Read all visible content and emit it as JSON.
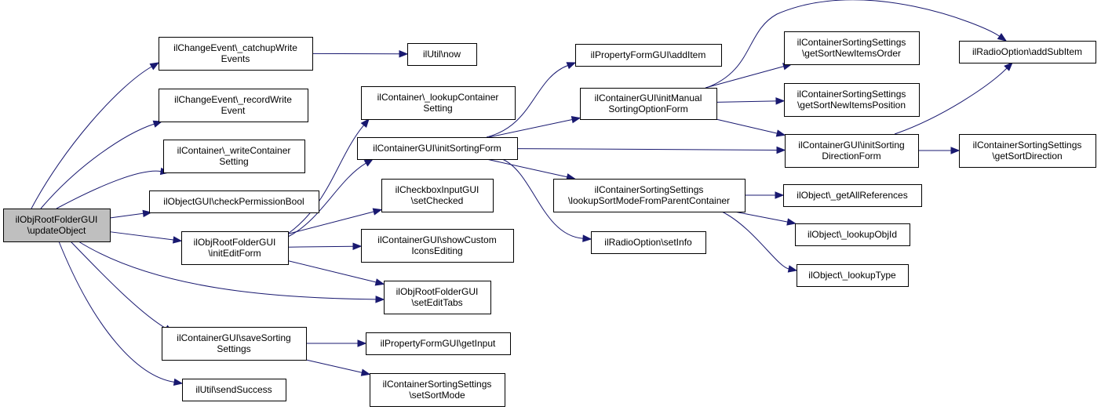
{
  "graph": {
    "colors": {
      "edge": "#191970",
      "root_fill": "#bfbfbf",
      "node_fill": "#ffffff",
      "border": "#000000"
    },
    "nodes": [
      {
        "id": "root",
        "lines": [
          "ilObjRootFolderGUI",
          "\\updateObject"
        ],
        "root": true
      },
      {
        "id": "catchup",
        "lines": [
          "ilChangeEvent\\_catchupWrite",
          "Events"
        ]
      },
      {
        "id": "recordwrite",
        "lines": [
          "ilChangeEvent\\_recordWrite",
          "Event"
        ]
      },
      {
        "id": "writecontainer",
        "lines": [
          "ilContainer\\_writeContainer",
          "Setting"
        ]
      },
      {
        "id": "checkperm",
        "lines": [
          "ilObjectGUI\\checkPermissionBool"
        ]
      },
      {
        "id": "initedit",
        "lines": [
          "ilObjRootFolderGUI",
          "\\initEditForm"
        ]
      },
      {
        "id": "savesorting",
        "lines": [
          "ilContainerGUI\\saveSorting",
          "Settings"
        ]
      },
      {
        "id": "sendsuccess",
        "lines": [
          "ilUtil\\sendSuccess"
        ]
      },
      {
        "id": "utilnow",
        "lines": [
          "ilUtil\\now"
        ]
      },
      {
        "id": "lookupcontainer",
        "lines": [
          "ilContainer\\_lookupContainer",
          "Setting"
        ]
      },
      {
        "id": "initsorting",
        "lines": [
          "ilContainerGUI\\initSortingForm"
        ]
      },
      {
        "id": "checkbox",
        "lines": [
          "ilCheckboxInputGUI",
          "\\setChecked"
        ]
      },
      {
        "id": "showcustom",
        "lines": [
          "ilContainerGUI\\showCustom",
          "IconsEditing"
        ]
      },
      {
        "id": "setedittabs",
        "lines": [
          "ilObjRootFolderGUI",
          "\\setEditTabs"
        ]
      },
      {
        "id": "getinput",
        "lines": [
          "ilPropertyFormGUI\\getInput"
        ]
      },
      {
        "id": "setsortmode",
        "lines": [
          "ilContainerSortingSettings",
          "\\setSortMode"
        ]
      },
      {
        "id": "additem",
        "lines": [
          "ilPropertyFormGUI\\addItem"
        ]
      },
      {
        "id": "initmanual",
        "lines": [
          "ilContainerGUI\\initManual",
          "SortingOptionForm"
        ]
      },
      {
        "id": "lookupsortmode",
        "lines": [
          "ilContainerSortingSettings",
          "\\lookupSortModeFromParentContainer"
        ]
      },
      {
        "id": "setinfo",
        "lines": [
          "ilRadioOption\\setInfo"
        ]
      },
      {
        "id": "getsortnewitemsorder",
        "lines": [
          "ilContainerSortingSettings",
          "\\getSortNewItemsOrder"
        ]
      },
      {
        "id": "getsortnewitemsposition",
        "lines": [
          "ilContainerSortingSettings",
          "\\getSortNewItemsPosition"
        ]
      },
      {
        "id": "initsortingdirection",
        "lines": [
          "ilContainerGUI\\initSorting",
          "DirectionForm"
        ]
      },
      {
        "id": "getallrefs",
        "lines": [
          "ilObject\\_getAllReferences"
        ]
      },
      {
        "id": "lookupobjid",
        "lines": [
          "ilObject\\_lookupObjId"
        ]
      },
      {
        "id": "lookuptype",
        "lines": [
          "ilObject\\_lookupType"
        ]
      },
      {
        "id": "addsubitem",
        "lines": [
          "ilRadioOption\\addSubItem"
        ]
      },
      {
        "id": "getsortdirection",
        "lines": [
          "ilContainerSortingSettings",
          "\\getSortDirection"
        ]
      }
    ],
    "edges": [
      [
        "root",
        "catchup"
      ],
      [
        "root",
        "recordwrite"
      ],
      [
        "root",
        "writecontainer"
      ],
      [
        "root",
        "checkperm"
      ],
      [
        "root",
        "initedit"
      ],
      [
        "root",
        "setedittabs"
      ],
      [
        "root",
        "savesorting"
      ],
      [
        "root",
        "sendsuccess"
      ],
      [
        "catchup",
        "utilnow"
      ],
      [
        "initedit",
        "lookupcontainer"
      ],
      [
        "initedit",
        "initsorting"
      ],
      [
        "initedit",
        "checkbox"
      ],
      [
        "initedit",
        "showcustom"
      ],
      [
        "initedit",
        "setedittabs"
      ],
      [
        "savesorting",
        "getinput"
      ],
      [
        "savesorting",
        "setsortmode"
      ],
      [
        "initsorting",
        "additem"
      ],
      [
        "initsorting",
        "initmanual"
      ],
      [
        "initsorting",
        "initsortingdirection"
      ],
      [
        "initsorting",
        "lookupsortmode"
      ],
      [
        "initsorting",
        "setinfo"
      ],
      [
        "initmanual",
        "addsubitem"
      ],
      [
        "initmanual",
        "getsortnewitemsorder"
      ],
      [
        "initmanual",
        "getsortnewitemsposition"
      ],
      [
        "initmanual",
        "initsortingdirection"
      ],
      [
        "lookupsortmode",
        "getallrefs"
      ],
      [
        "lookupsortmode",
        "lookupobjid"
      ],
      [
        "lookupsortmode",
        "lookuptype"
      ],
      [
        "initsortingdirection",
        "addsubitem"
      ],
      [
        "initsortingdirection",
        "getsortdirection"
      ]
    ]
  }
}
